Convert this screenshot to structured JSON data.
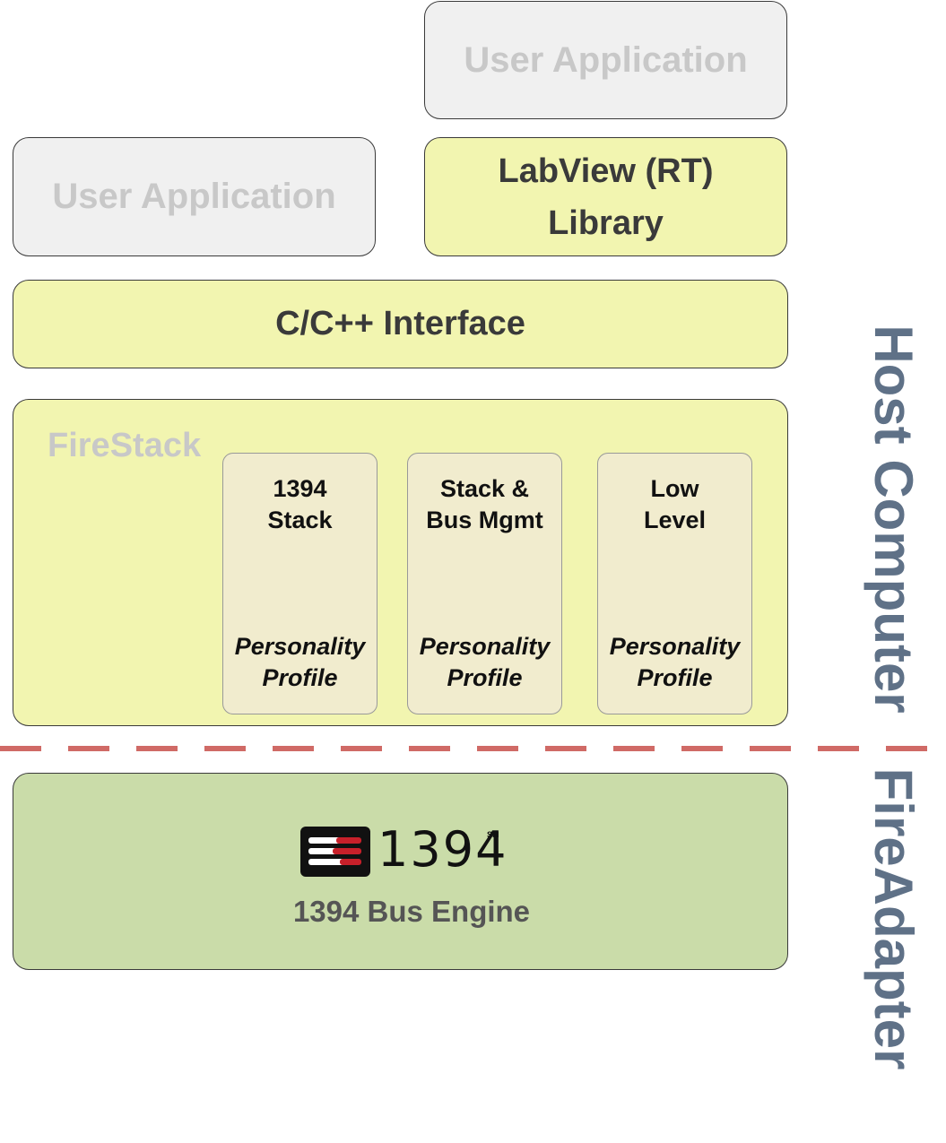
{
  "top": {
    "user_app_right": "User Application",
    "user_app_left": "User Application",
    "labview": "LabView (RT)\nLibrary"
  },
  "interface": {
    "label": "C/C++ Interface"
  },
  "firestack": {
    "label": "FireStack",
    "modules": [
      {
        "title": "1394\nStack",
        "subtitle": "Personality\nProfile"
      },
      {
        "title": "Stack &\nBus Mgmt",
        "subtitle": "Personality\nProfile"
      },
      {
        "title": "Low\nLevel",
        "subtitle": "Personality\nProfile"
      }
    ]
  },
  "engine": {
    "logo_text": "1394",
    "logo_mark": "SM",
    "label": "1394 Bus Engine"
  },
  "side_labels": {
    "host": "Host Computer",
    "adapter": "FireAdapter"
  },
  "colors": {
    "gray_box": "#f0f0f0",
    "yellow_box": "#f2f5b0",
    "green_box": "#cadca9",
    "module_box": "#f1ecce",
    "divider": "#d06a66",
    "side_text": "#5f7187"
  }
}
